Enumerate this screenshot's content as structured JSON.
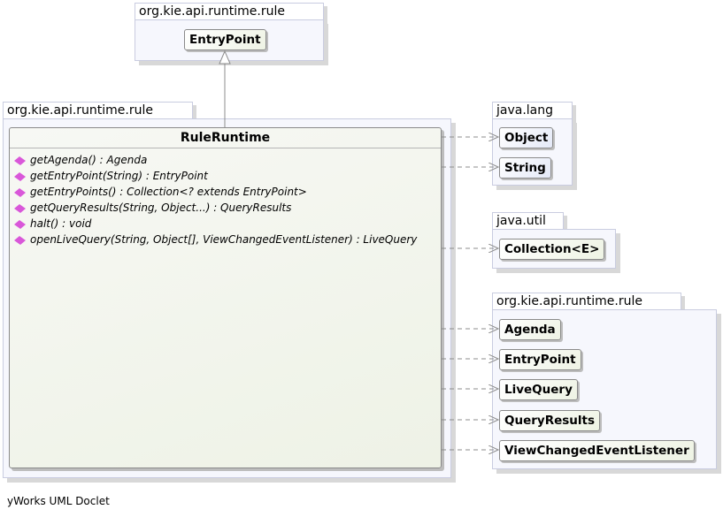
{
  "packages": {
    "top": {
      "name": "org.kie.api.runtime.rule"
    },
    "main": {
      "name": "org.kie.api.runtime.rule"
    },
    "java_lang": {
      "name": "java.lang"
    },
    "java_util": {
      "name": "java.util"
    },
    "rule": {
      "name": "org.kie.api.runtime.rule"
    }
  },
  "classes": {
    "entry_point_super": "EntryPoint",
    "object": "Object",
    "string": "String",
    "collection": "Collection<E>",
    "agenda": "Agenda",
    "entry_point": "EntryPoint",
    "live_query": "LiveQuery",
    "query_results": "QueryResults",
    "view_changed_listener": "ViewChangedEventListener"
  },
  "main_class": {
    "name": "RuleRuntime",
    "methods": [
      "getAgenda() : Agenda",
      "getEntryPoint(String) : EntryPoint",
      "getEntryPoints() : Collection<? extends EntryPoint>",
      "getQueryResults(String, Object...) : QueryResults",
      "halt() : void",
      "openLiveQuery(String, Object[], ViewChangedEventListener) : LiveQuery"
    ]
  },
  "footer": "yWorks UML Doclet",
  "colors": {
    "package_bg": "#f6f7fd",
    "package_border": "#c9cce0",
    "method_icon": "#d957d9",
    "edge": "#8c8c8c"
  }
}
